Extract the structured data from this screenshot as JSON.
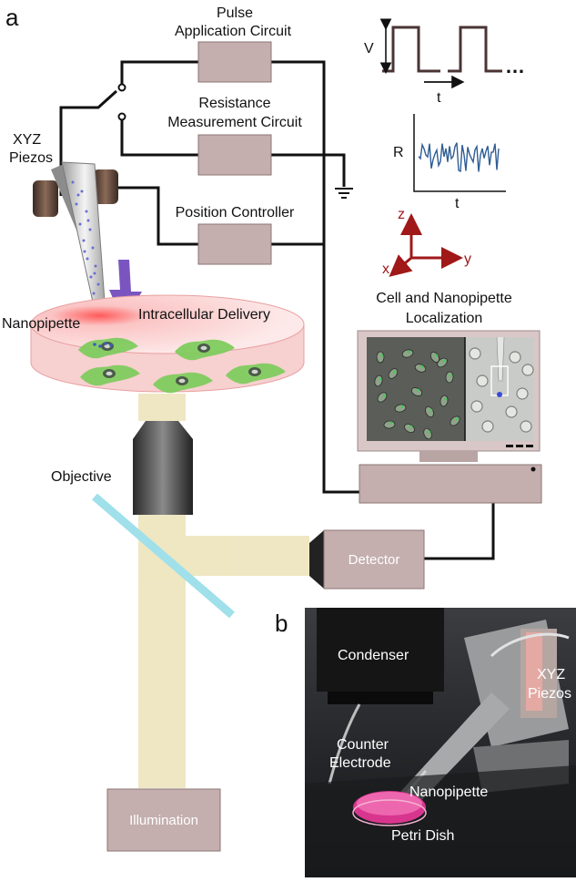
{
  "panels": {
    "a": "a",
    "b": "b"
  },
  "circuit": {
    "pulse_line1": "Pulse",
    "pulse_line2": "Application Circuit",
    "resistance_line1": "Resistance",
    "resistance_line2": "Measurement Circuit",
    "position": "Position Controller"
  },
  "piezos": {
    "line1": "XYZ",
    "line2": "Piezos"
  },
  "pulse_plot": {
    "y": "V",
    "x": "t",
    "ellipsis": "…"
  },
  "resistance_plot": {
    "y": "R",
    "x": "t"
  },
  "axes": {
    "z": "z",
    "x": "x",
    "y": "y"
  },
  "dish": {
    "nanopipette": "Nanopipette",
    "delivery": "Intracellular Delivery"
  },
  "localization": {
    "line1": "Cell and Nanopipette",
    "line2": "Localization"
  },
  "optics": {
    "objective": "Objective",
    "detector": "Detector",
    "illumination": "Illumination"
  },
  "photo": {
    "condenser": "Condenser",
    "piezo1": "XYZ",
    "piezo2": "Piezos",
    "counter1": "Counter",
    "counter2": "Electrode",
    "nanopipette": "Nanopipette",
    "petri": "Petri Dish"
  },
  "colors": {
    "box": "#c4aeae",
    "wire": "#111111",
    "axis": "#a01818",
    "signal": "#2f5d95",
    "arrow": "#7a55c0",
    "cell": "#7ccb5a",
    "light": "#e8dfb2",
    "mirror": "#9fe0ea",
    "dish": "#f6c7c7"
  }
}
